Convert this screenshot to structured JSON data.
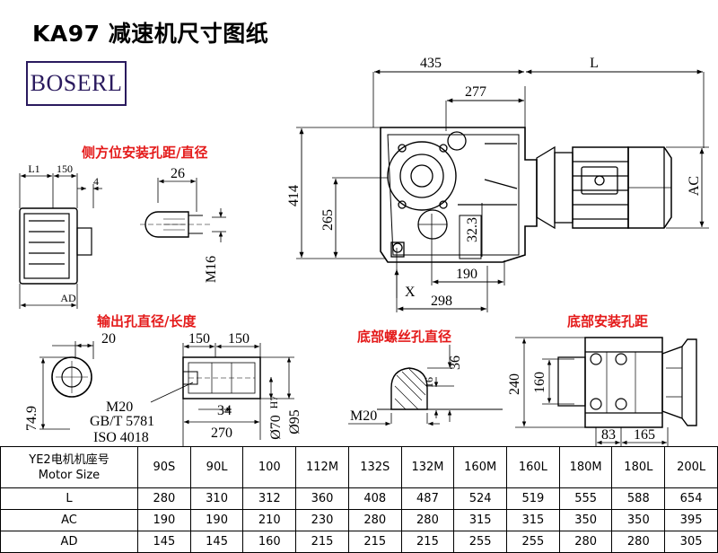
{
  "title": "KA97 减速机尺寸图纸",
  "logo": "BOSERL",
  "sections": {
    "side_holes": "侧方位安装孔距/直径",
    "output_bore": "输出孔直径/长度",
    "base_thread": "底部螺丝孔直径",
    "base_holes": "底部安装孔距"
  },
  "dims": {
    "main": {
      "w435": "435",
      "L": "L",
      "w277": "277",
      "h414": "414",
      "h265": "265",
      "h32_3": "32.3",
      "w190": "190",
      "w298": "298",
      "X": "X",
      "AC": "AC"
    },
    "side": {
      "L1": "L1",
      "w150": "150",
      "d4": "4",
      "AD": "AD"
    },
    "key": {
      "w26": "26",
      "M16": "M16"
    },
    "shaft": {
      "w20": "20",
      "h74_9": "74.9"
    },
    "bore": {
      "w150a": "150",
      "w150b": "150",
      "M20": "M20",
      "gbt": "GB/T 5781",
      "iso": "ISO 4018",
      "w34": "34",
      "w270": "270",
      "d70": "Ø70",
      "h7": "H7",
      "d95": "Ø95"
    },
    "thread": {
      "h36": "36",
      "h16": "16",
      "M20": "M20"
    },
    "base": {
      "h240": "240",
      "h160": "160",
      "w83": "83",
      "w165": "165"
    }
  },
  "table": {
    "header_label_line1": "YE2电机机座号",
    "header_label_line2": "Motor Size",
    "sizes": [
      "90S",
      "90L",
      "100",
      "112M",
      "132S",
      "132M",
      "160M",
      "160L",
      "180M",
      "180L",
      "200L"
    ],
    "rows": [
      {
        "label": "L",
        "values": [
          "280",
          "310",
          "312",
          "360",
          "408",
          "487",
          "524",
          "519",
          "555",
          "588",
          "654"
        ]
      },
      {
        "label": "AC",
        "values": [
          "190",
          "190",
          "210",
          "230",
          "280",
          "280",
          "315",
          "315",
          "350",
          "350",
          "395"
        ]
      },
      {
        "label": "AD",
        "values": [
          "145",
          "145",
          "160",
          "215",
          "215",
          "215",
          "255",
          "255",
          "280",
          "280",
          "305"
        ]
      }
    ]
  }
}
